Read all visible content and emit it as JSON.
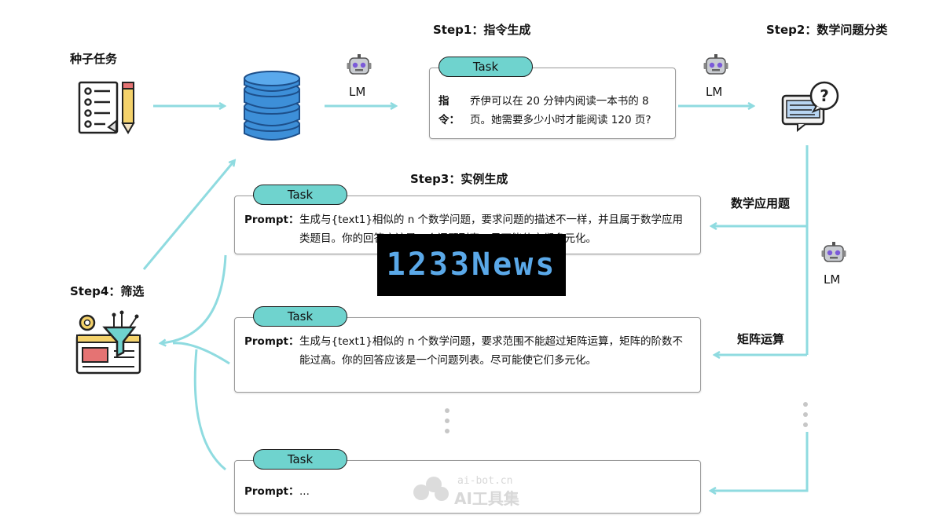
{
  "labels": {
    "seed_tasks": "种子任务",
    "step1": "Step1：指令生成",
    "step2": "Step2：数学问题分类",
    "step3": "Step3：实例生成",
    "step4": "Step4：筛选",
    "lm": "LM",
    "math_app": "数学应用题",
    "matrix_ops": "矩阵运算"
  },
  "task_tag": "Task",
  "instruction_box": {
    "key": "指令：",
    "text": "乔伊可以在 20 分钟内阅读一本书的 8 页。她需要多少小时才能阅读 120 页?"
  },
  "prompt_boxes": [
    {
      "key": "Prompt：",
      "text": "生成与{text1}相似的 n 个数学问题，要求问题的描述不一样，并且属于数学应用类题目。你的回答应该是一个问题列表，尽可能使它们多元化。"
    },
    {
      "key": "Prompt：",
      "text": "生成与{text1}相似的 n 个数学问题，要求范围不能超过矩阵运算，矩阵的阶数不能过高。你的回答应该是一个问题列表。尽可能使它们多元化。"
    },
    {
      "key": "Prompt：",
      "text": "..."
    }
  ],
  "overlay_text": "1233News",
  "watermark": {
    "domain": "ai-bot.cn",
    "name": "AI工具集"
  },
  "colors": {
    "arrow": "#8fdbe0",
    "task_tag": "#6fd3ce",
    "db": "#3d8fd8"
  },
  "icons": [
    "checklist-icon",
    "database-icon",
    "robot-icon",
    "question-chat-icon",
    "filter-dashboard-icon"
  ]
}
